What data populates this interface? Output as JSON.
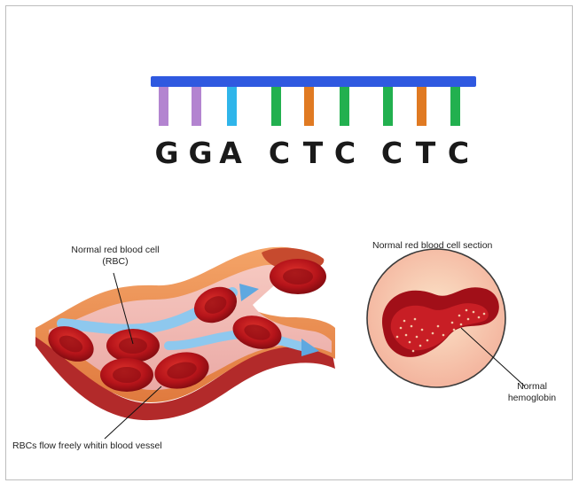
{
  "dna": {
    "bases": [
      {
        "letter": "G",
        "color": "#b384d0"
      },
      {
        "letter": "G",
        "color": "#b384d0"
      },
      {
        "letter": "A",
        "color": "#2fb5ea"
      },
      {
        "letter": "C",
        "color": "#22b04f"
      },
      {
        "letter": "T",
        "color": "#e07a22"
      },
      {
        "letter": "C",
        "color": "#22b04f"
      },
      {
        "letter": "C",
        "color": "#22b04f"
      },
      {
        "letter": "T",
        "color": "#e07a22"
      },
      {
        "letter": "C",
        "color": "#22b04f"
      }
    ],
    "backbone_color": "#2f59e0"
  },
  "labels": {
    "normal_rbc": "Normal red blood cell",
    "normal_rbc_abbr": "(RBC)",
    "flow": "RBCs flow freely whitin blood vessel",
    "section": "Normal red blood cell section",
    "hemoglobin_1": "Normal",
    "hemoglobin_2": "hemoglobin"
  }
}
